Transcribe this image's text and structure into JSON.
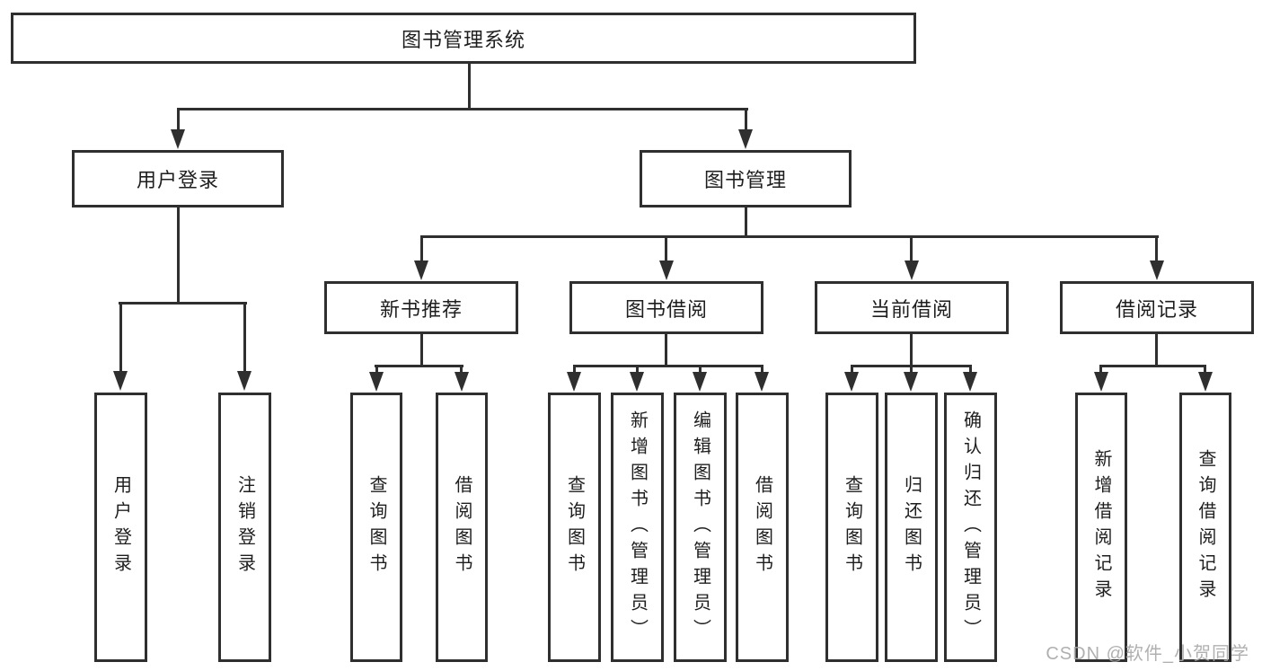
{
  "diagram_type": "hierarchy",
  "colors": {
    "line": "#2f2f2f",
    "text": "#1e1e1e",
    "box_background": "#ffffff",
    "watermark": "#a8a8a8"
  },
  "tree": {
    "label": "图书管理系统",
    "children": [
      {
        "label": "用户登录",
        "children": [
          {
            "label": "用户登录"
          },
          {
            "label": "注销登录"
          }
        ]
      },
      {
        "label": "图书管理",
        "children": [
          {
            "label": "新书推荐",
            "children": [
              {
                "label": "查询图书"
              },
              {
                "label": "借阅图书"
              }
            ]
          },
          {
            "label": "图书借阅",
            "children": [
              {
                "label": "查询图书"
              },
              {
                "label": "新增图书（管理员）"
              },
              {
                "label": "编辑图书（管理员）"
              },
              {
                "label": "借阅图书"
              }
            ]
          },
          {
            "label": "当前借阅",
            "children": [
              {
                "label": "查询图书"
              },
              {
                "label": "归还图书"
              },
              {
                "label": "确认归还（管理员）"
              }
            ]
          },
          {
            "label": "借阅记录",
            "children": [
              {
                "label": "新增借阅记录"
              },
              {
                "label": "查询借阅记录"
              }
            ]
          }
        ]
      }
    ]
  },
  "watermark": "CSDN @软件_小贺同学"
}
